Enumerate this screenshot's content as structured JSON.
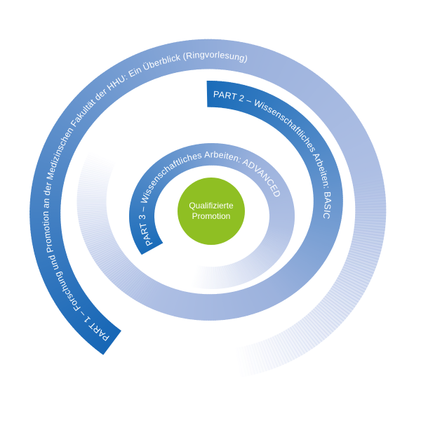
{
  "diagram": {
    "center": {
      "line1": "Qualifizierte",
      "line2": "Promotion",
      "color": "#8fbf23"
    },
    "parts": [
      {
        "label": "PART 1 – Forschung und Promotion an der Medizinschen Fakultät der HHU: Ein Überblick (Ringvorlesung)",
        "color_start": "#1767b6",
        "color_end": "#c8d2ee"
      },
      {
        "label": "PART 2 – Wissenschaftliches Arbeiten: BASIC",
        "color_start": "#1a6cb9",
        "color_end": "#c8d2ee"
      },
      {
        "label": "PART 3 – Wissenschaftliches Arbeiten: ADVANCED",
        "color_start": "#1a6cb9",
        "color_end": "#cdd6ef"
      }
    ]
  }
}
